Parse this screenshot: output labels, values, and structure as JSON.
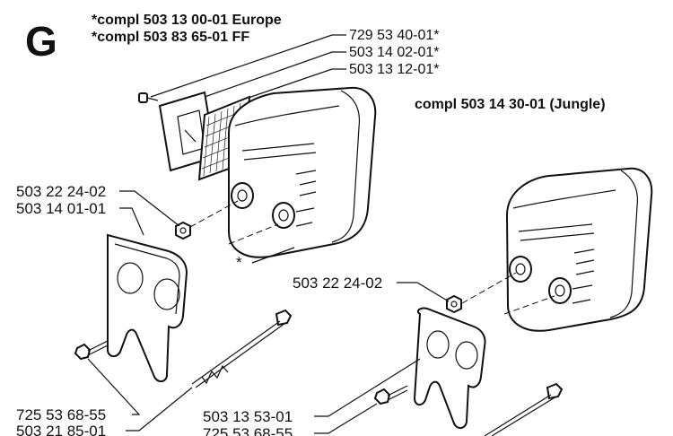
{
  "section_letter": "G",
  "header": {
    "line1": "*compl 503 13 00-01 Europe",
    "line2": "*compl 503 83 65-01 FF",
    "jungle": "compl 503 14 30-01 (Jungle)"
  },
  "labels": {
    "top1": "729 53 40-01*",
    "top2": "503 14 02-01*",
    "top3": "503 13 12-01*",
    "left_nut": "503 22 24-02",
    "left_gasket": "503 14 01-01",
    "star": "*",
    "right_nut": "503 22 24-02",
    "left_screw": "725 53 68-55",
    "left_bolt": "503 21 85-01",
    "right_plate": "503 13 53-01",
    "right_screw": "725 53 68-55"
  }
}
